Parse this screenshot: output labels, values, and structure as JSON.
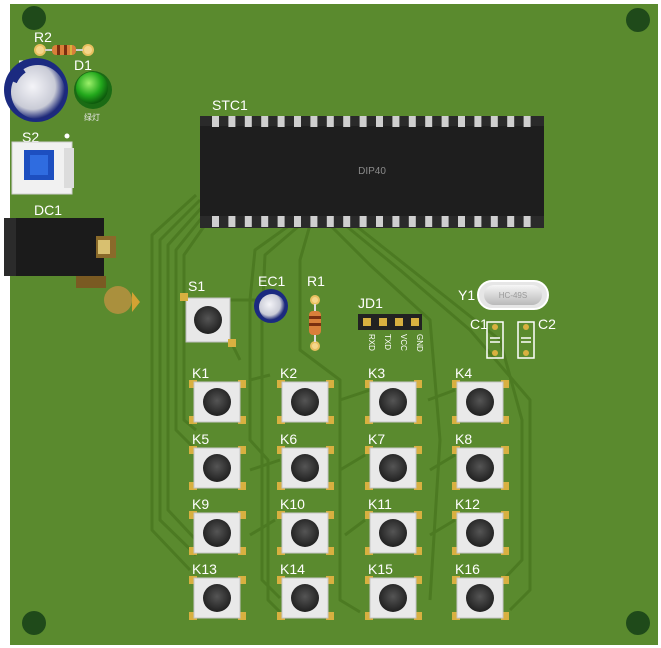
{
  "board": {
    "pcb_color": "#5a8a2e",
    "trace_color": "#4f7e25",
    "silk_color": "#ffffff"
  },
  "labels": {
    "r2": "R2",
    "ec2": "EC2",
    "d1": "D1",
    "d1_note": "绿灯",
    "s2": "S2",
    "dc1": "DC1",
    "stc1": "STC1",
    "ic_body": "DIP40",
    "s1": "S1",
    "ec1": "EC1",
    "r1": "R1",
    "jd1": "JD1",
    "y1": "Y1",
    "y1_body": "HC-49S",
    "c1": "C1",
    "c2": "C2"
  },
  "jd1_pins": [
    "RXD",
    "TXD",
    "VCC",
    "GND"
  ],
  "keys": [
    "K1",
    "K2",
    "K3",
    "K4",
    "K5",
    "K6",
    "K7",
    "K8",
    "K9",
    "K10",
    "K11",
    "K12",
    "K13",
    "K14",
    "K15",
    "K16"
  ]
}
